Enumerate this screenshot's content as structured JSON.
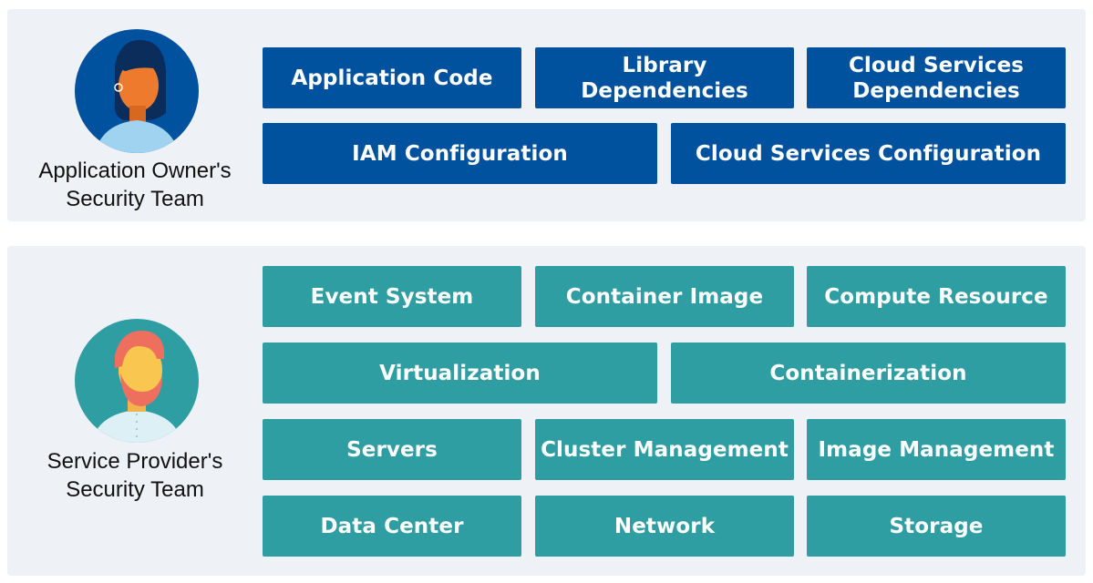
{
  "top_team": {
    "label": "Application Owner's\nSecurity Team",
    "avatar_icon": "woman-avatar-icon"
  },
  "bottom_team": {
    "label": "Service Provider's\nSecurity Team",
    "avatar_icon": "bearded-man-avatar-icon"
  },
  "top_rows": [
    [
      "Application Code",
      "Library Dependencies",
      "Cloud Services\nDependencies"
    ],
    [
      "IAM Configuration",
      "Cloud Services Configuration"
    ]
  ],
  "bottom_rows": [
    [
      "Event System",
      "Container Image",
      "Compute Resource"
    ],
    [
      "Virtualization",
      "Containerization"
    ],
    [
      "Servers",
      "Cluster Management",
      "Image Management"
    ],
    [
      "Data Center",
      "Network",
      "Storage"
    ]
  ],
  "colors": {
    "owner_box": "#00529e",
    "provider_box": "#2f9ea2",
    "panel_bg": "#eef1f6"
  }
}
